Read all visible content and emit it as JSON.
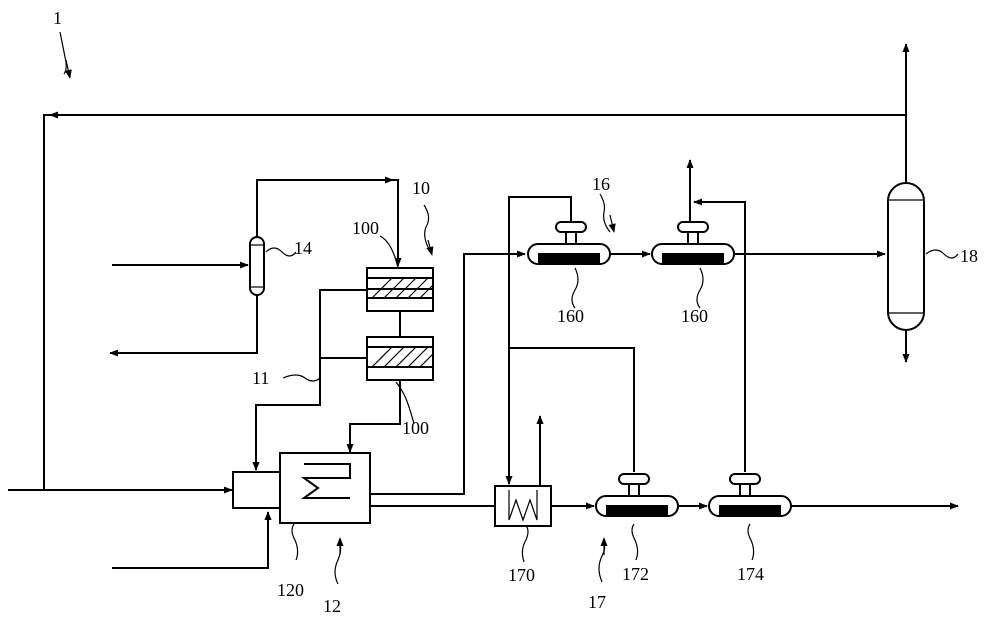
{
  "labels": {
    "system": "1",
    "reactor_unit": "10",
    "reactor_top": "100",
    "reactor_bottom": "100",
    "line_11": "11",
    "furnace": "12",
    "mixer_120": "120",
    "separator_14": "14",
    "group_16": "16",
    "drum_160_a": "160",
    "drum_160_b": "160",
    "group_17": "17",
    "exchanger_170": "170",
    "drum_172": "172",
    "drum_174": "174",
    "column_18": "18"
  }
}
